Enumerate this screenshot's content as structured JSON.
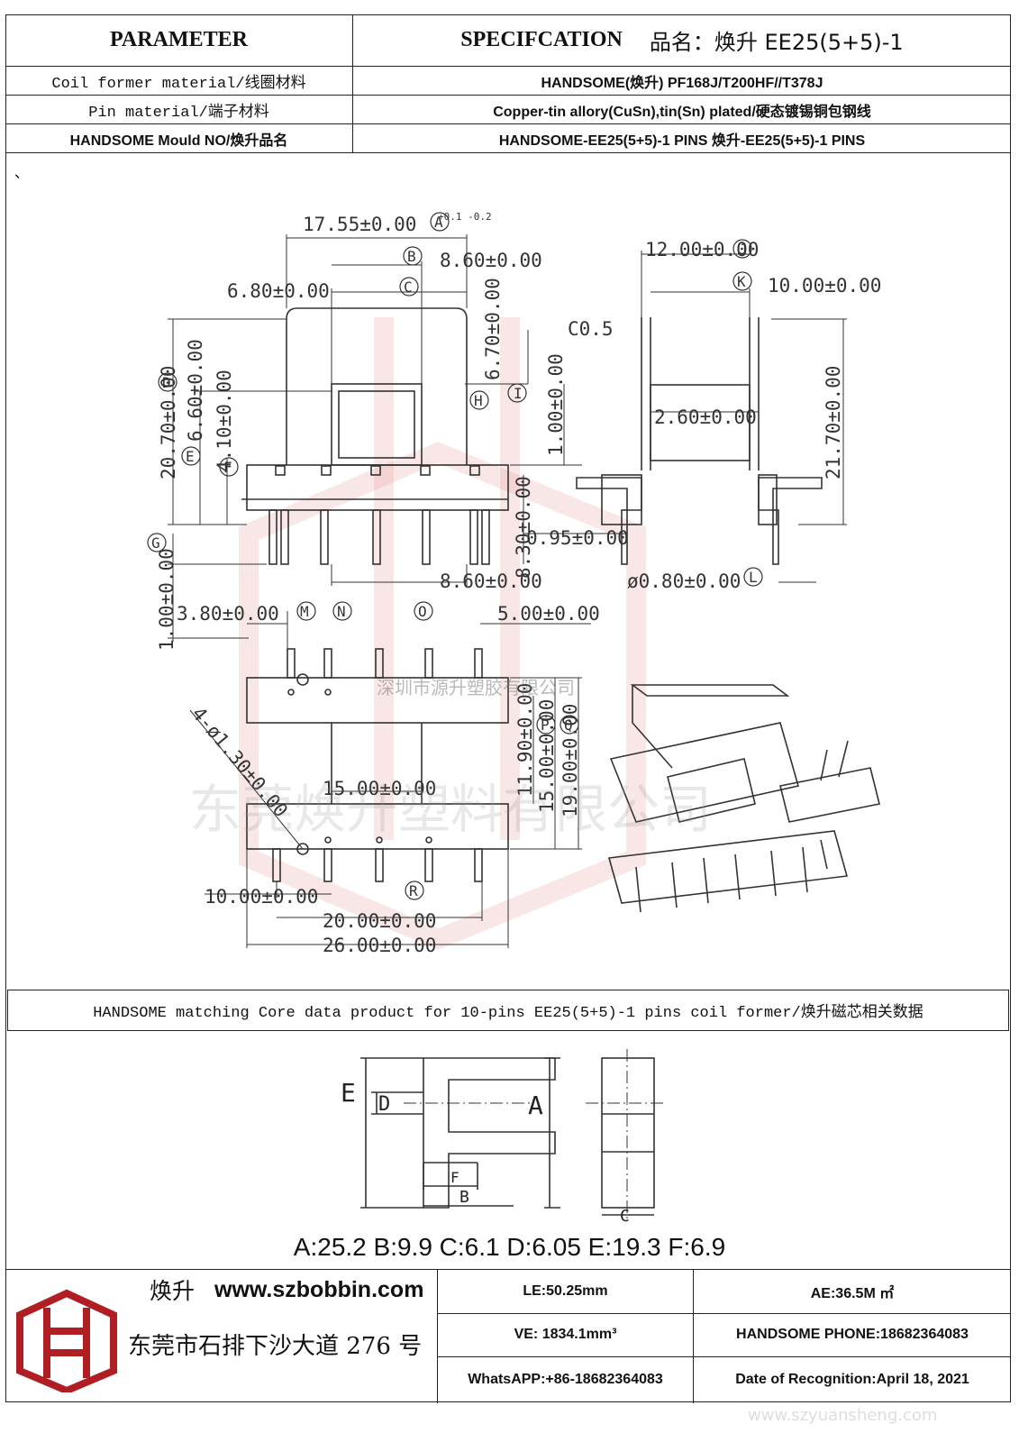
{
  "header": {
    "parameter_label": "PARAMETER",
    "spec_label": "SPECIFCATION",
    "product_name_label": "品名：",
    "product_name_value": "焕升 EE25(5+5)-1"
  },
  "rows": [
    {
      "label": "Coil former material/线圈材料",
      "value": "HANDSOME(焕升)    PF168J/T200HF//T378J"
    },
    {
      "label": "Pin material/端子材料",
      "value": "Copper-tin allory(CuSn),tin(Sn) plated/硬态镀锡铜包钢线"
    },
    {
      "label": "HANDSOME Mould NO/焕升品名",
      "value": "HANDSOME-EE25(5+5)-1 PINS    焕升-EE25(5+5)-1 PINS"
    }
  ],
  "stray_mark": "、",
  "drawing": {
    "dims": {
      "d1": "17.55±0.00",
      "d1_suffix": "+0.1 -0.2",
      "d2": "8.60±0.00",
      "d3": "6.80±0.00",
      "d4": "6.70±0.00",
      "d5": "20.70±0.00",
      "d6": "6.60±0.00",
      "d7": "4.10±0.00",
      "d8": "1.00±0.00",
      "d9": "12.00±0.00",
      "d10": "10.00±0.00",
      "d11": "C0.5",
      "d12": "2.60±0.00",
      "d13": "21.70±0.00",
      "d14": "0.95±0.00",
      "d15": "8.30±0.00",
      "d16": "8.60±0.00",
      "d17": "ø0.80±0.00",
      "d18": "1.00±0.00",
      "d19": "3.80±0.00",
      "d20": "5.00±0.00",
      "d21": "4-ø1.30±0.00",
      "d22": "15.00±0.00",
      "d23": "11.90±0.00",
      "d24": "15.00±0.00",
      "d25": "19.00±0.00",
      "d26": "10.00±0.00",
      "d27": "20.00±0.00",
      "d28": "26.00±0.00"
    },
    "markers": [
      "A",
      "B",
      "C",
      "D",
      "E",
      "F",
      "G",
      "H",
      "I",
      "J",
      "K",
      "L",
      "M",
      "N",
      "O",
      "P",
      "Q",
      "R"
    ],
    "watermark_cn_small": "深圳市源升塑胶有限公司",
    "watermark_cn_big": "东莞焕升塑料有限公司"
  },
  "core_caption": "HANDSOME matching Core data  product for 10-pins EE25(5+5)-1 pins coil former/焕升磁芯相关数据",
  "core_labels": {
    "A": "A",
    "B": "B",
    "C": "C",
    "D": "D",
    "E": "E",
    "F": "F"
  },
  "core_values": "A:25.2 B:9.9 C:6.1 D:6.05 E:19.3 F:6.9",
  "footer": {
    "brand": "焕升",
    "website": "www.szbobbin.com",
    "address": "东莞市石排下沙大道 276 号",
    "le": "LE:50.25mm",
    "ae": "AE:36.5M ㎡",
    "ve": "VE: 1834.1mm³",
    "phone": "HANDSOME PHONE:18682364083",
    "whatsapp": "WhatsAPP:+86-18682364083",
    "date": "Date of Recognition:April 18, 2021",
    "watermark_url": "www.szyuansheng.com"
  }
}
